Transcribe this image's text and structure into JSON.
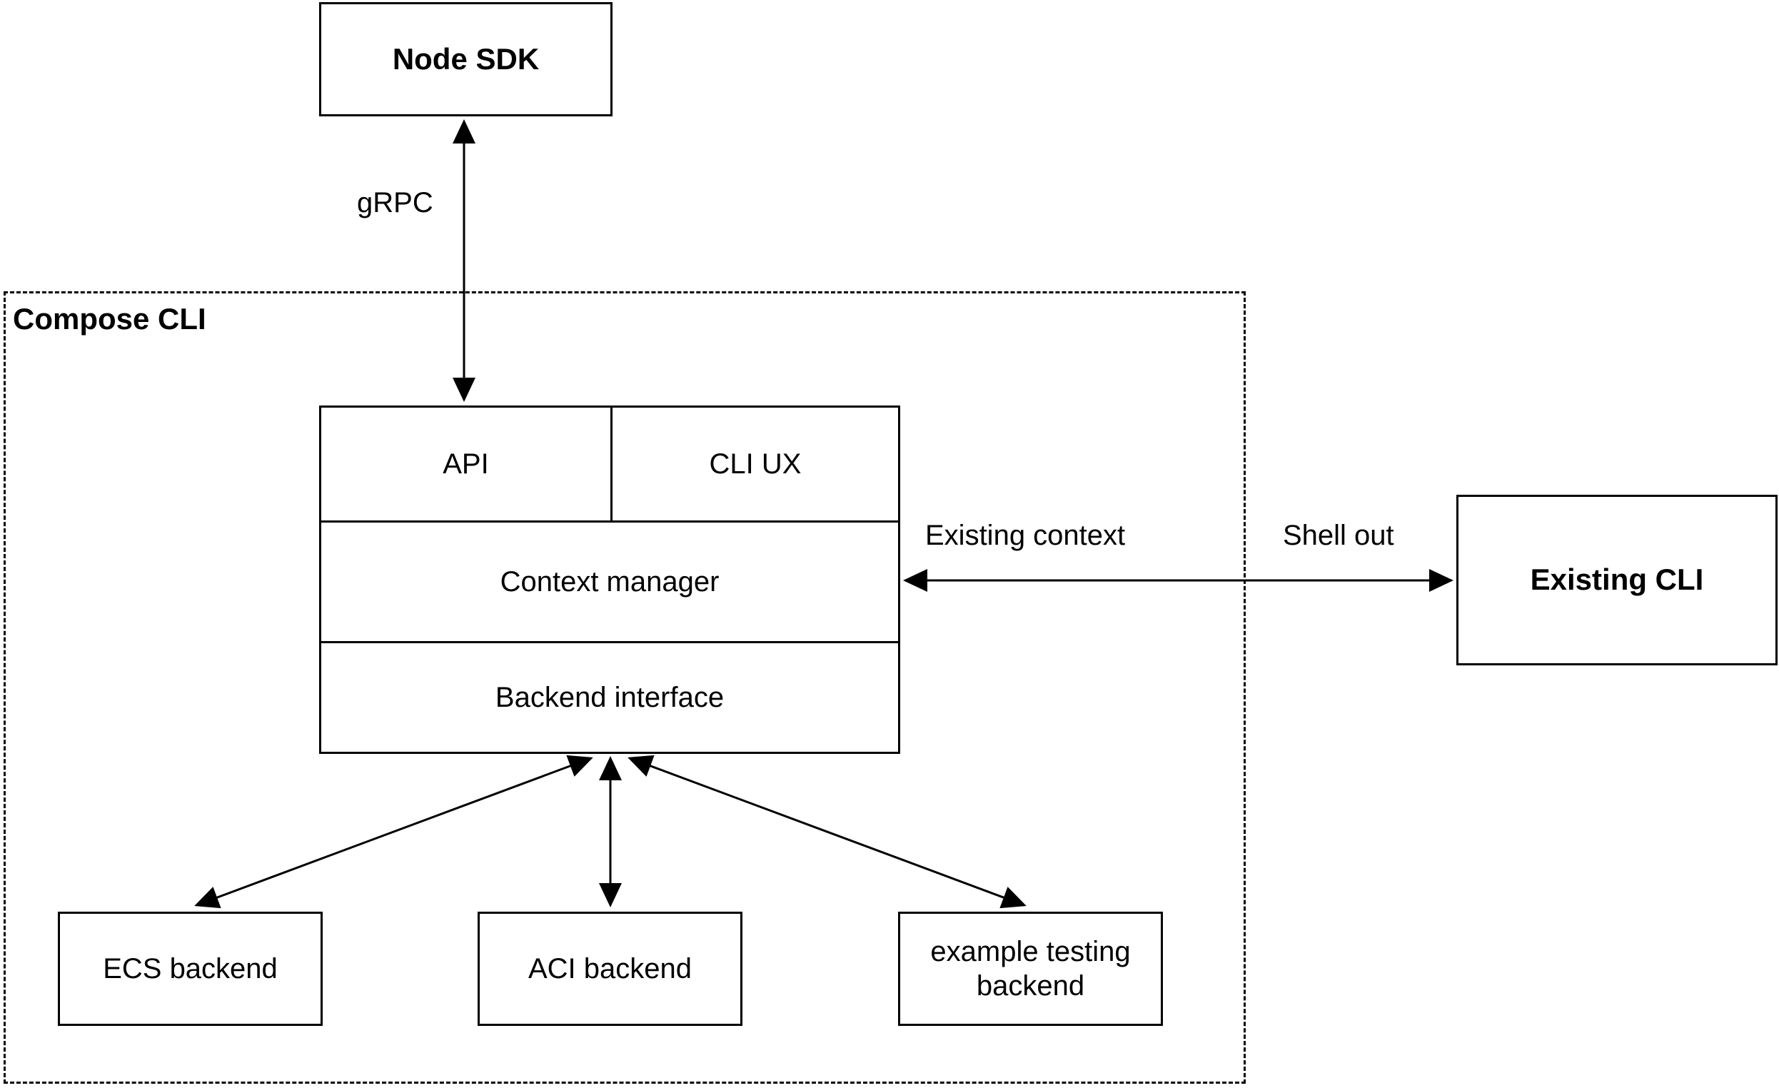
{
  "nodes": {
    "node_sdk": {
      "label": "Node SDK"
    },
    "compose_cli": {
      "label": "Compose CLI"
    },
    "api": {
      "label": "API"
    },
    "cli_ux": {
      "label": "CLI UX"
    },
    "context_manager": {
      "label": "Context manager"
    },
    "backend_interface": {
      "label": "Backend interface"
    },
    "existing_cli": {
      "label": "Existing CLI"
    },
    "ecs_backend": {
      "label": "ECS backend"
    },
    "aci_backend": {
      "label": "ACI backend"
    },
    "example_testing_backend": {
      "label": "example testing backend"
    }
  },
  "edges": {
    "grpc": {
      "label": "gRPC"
    },
    "existing_context": {
      "label": "Existing context"
    },
    "shell_out": {
      "label": "Shell out"
    }
  },
  "colors": {
    "stroke": "#000000",
    "background": "#ffffff",
    "text": "#000000"
  }
}
